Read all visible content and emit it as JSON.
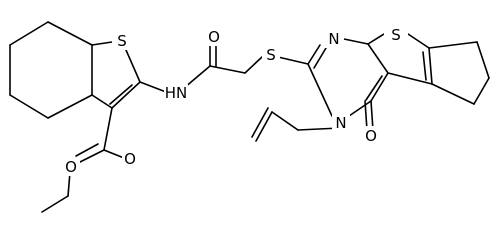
{
  "molecule": {
    "atoms": [
      {
        "id": "s-thiophene-left",
        "symbol": "S"
      },
      {
        "id": "nh-amide",
        "symbol": "HN"
      },
      {
        "id": "o-amide",
        "symbol": "O"
      },
      {
        "id": "s-thioether",
        "symbol": "S"
      },
      {
        "id": "n-pyrimidine-top",
        "symbol": "N"
      },
      {
        "id": "s-thiophene-right",
        "symbol": "S"
      },
      {
        "id": "n-pyrimidine-bottom",
        "symbol": "N"
      },
      {
        "id": "o-carbonyl",
        "symbol": "O"
      },
      {
        "id": "o-ester-carbonyl",
        "symbol": "O"
      },
      {
        "id": "o-ester-ether",
        "symbol": "O"
      }
    ]
  }
}
